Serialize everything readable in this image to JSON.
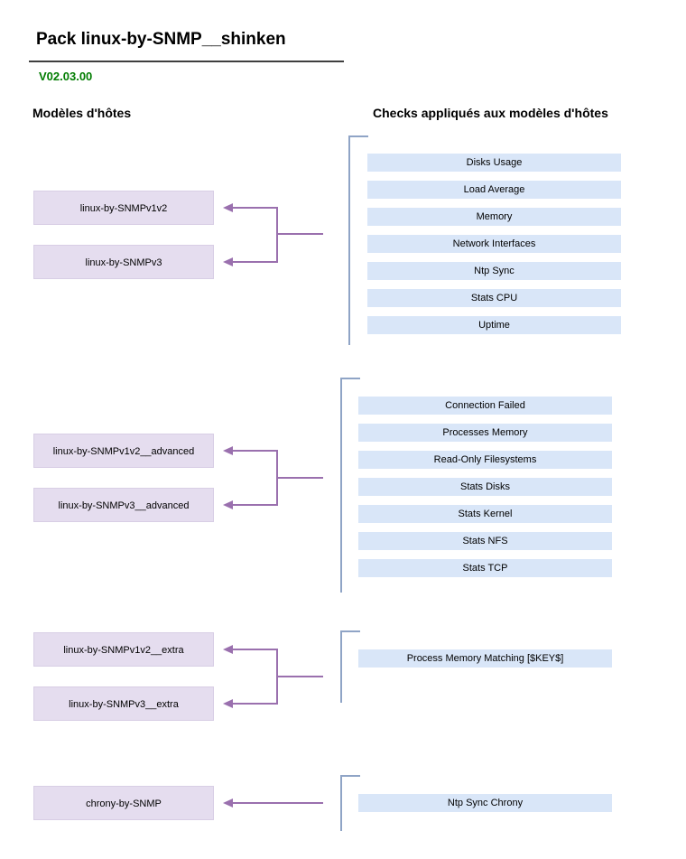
{
  "page": {
    "title": "Pack linux-by-SNMP__shinken",
    "version": "V02.03.00",
    "left_column_header": "Modèles d'hôtes",
    "right_column_header": "Checks appliqués aux modèles d'hôtes"
  },
  "groups": [
    {
      "hosts": [
        "linux-by-SNMPv1v2",
        "linux-by-SNMPv3"
      ],
      "checks": [
        "Disks Usage",
        "Load Average",
        "Memory",
        "Network Interfaces",
        "Ntp Sync",
        "Stats CPU",
        "Uptime"
      ]
    },
    {
      "hosts": [
        "linux-by-SNMPv1v2__advanced",
        "linux-by-SNMPv3__advanced"
      ],
      "checks": [
        "Connection Failed",
        "Processes Memory",
        "Read-Only Filesystems",
        "Stats Disks",
        "Stats Kernel",
        "Stats NFS",
        "Stats TCP"
      ]
    },
    {
      "hosts": [
        "linux-by-SNMPv1v2__extra",
        "linux-by-SNMPv3__extra"
      ],
      "checks": [
        "Process Memory Matching [$KEY$]"
      ]
    },
    {
      "hosts": [
        "chrony-by-SNMP"
      ],
      "checks": [
        "Ntp Sync Chrony"
      ]
    }
  ],
  "colors": {
    "host_box_fill": "#e5ddef",
    "host_box_border": "#d8cee5",
    "check_box_fill": "#d9e6f8",
    "connector": "#9a70ae",
    "bracket": "#8fa4c6",
    "version_text": "#007c00"
  }
}
